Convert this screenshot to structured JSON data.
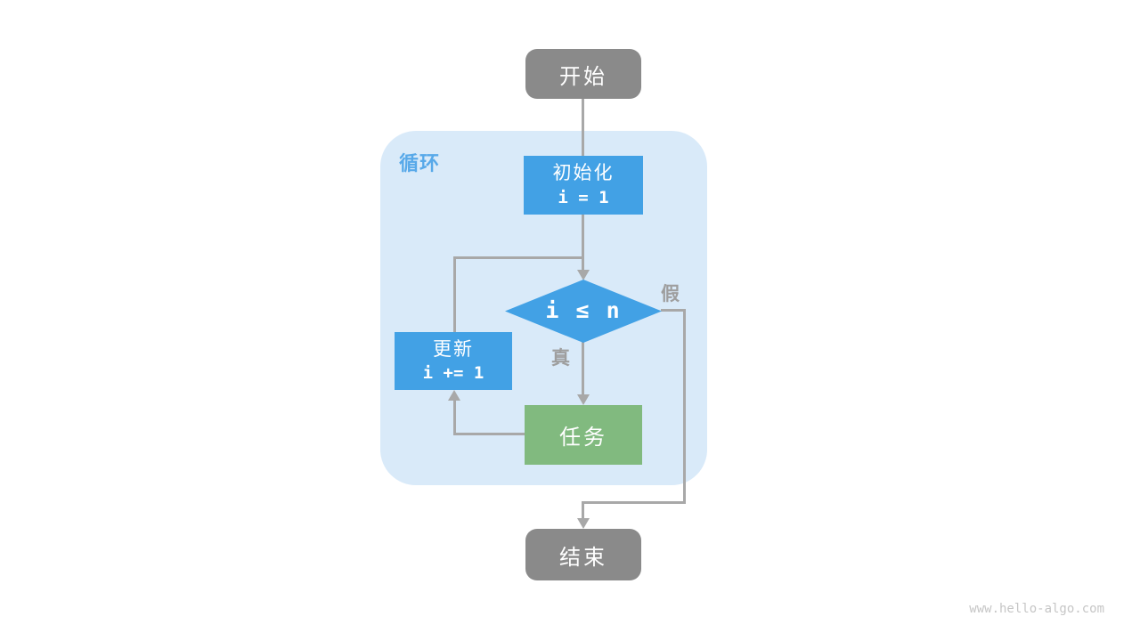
{
  "diagram": {
    "loop_label": "循环",
    "nodes": {
      "start": {
        "label": "开始",
        "type": "terminal"
      },
      "init": {
        "title": "初始化",
        "code": "i = 1",
        "type": "process"
      },
      "condition": {
        "code": "i ≤ n",
        "type": "decision"
      },
      "update": {
        "title": "更新",
        "code": "i += 1",
        "type": "process"
      },
      "task": {
        "label": "任务",
        "type": "process"
      },
      "end": {
        "label": "结束",
        "type": "terminal"
      }
    },
    "branch_labels": {
      "true": "真",
      "false": "假"
    },
    "watermark": "www.hello-algo.com",
    "colors": {
      "process_blue": "#42a1e5",
      "task_green": "#81ba7f",
      "terminal_gray": "#8a8a8a",
      "loop_container_blue": "#d9eaf9",
      "edge_gray": "#a8a8a8",
      "loop_label_blue": "#58a9e9",
      "branch_label_gray": "#9e9e9e",
      "watermark_gray": "#c6c6c6"
    }
  }
}
